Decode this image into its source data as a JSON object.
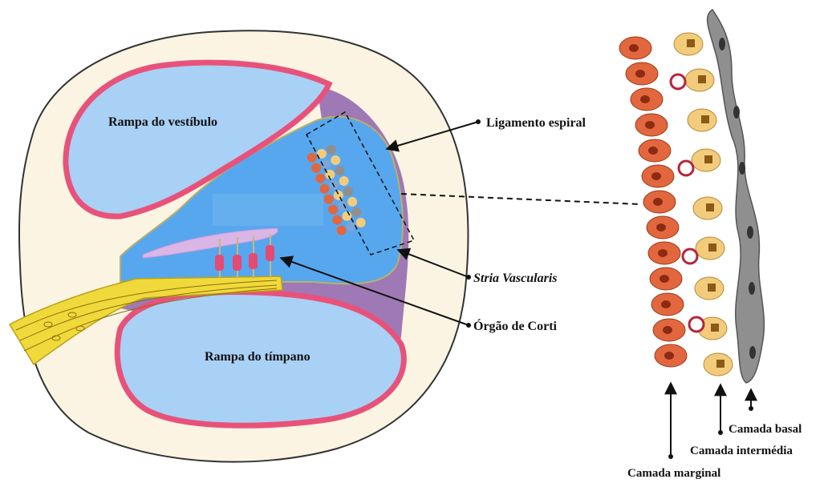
{
  "labels": {
    "scala_vestibuli": "Rampa do vestíbulo",
    "scala_tympani": "Rampa do tímpano",
    "spiral_ligament": "Ligamento espiral",
    "stria_vascularis": "Stria Vascularis",
    "organ_of_corti": "Órgão de Corti",
    "basal_layer": "Camada basal",
    "intermediate_layer": "Camada intermédia",
    "marginal_layer": "Camada marginal"
  },
  "colors": {
    "cochlea_outer": "#fbf4e3",
    "scala_fill": "#a9d0f5",
    "scala_border": "#e8527a",
    "scala_media": "#57a7ee",
    "lateral_wall": "#9e79b5",
    "nerve": "#f0d93a",
    "tectorial": "#d9b6e6",
    "hair_cell": "#e44a74",
    "marginal_cell": "#e2673e",
    "intermediate_cell": "#f2cc7c",
    "basal_cell": "#8f8f8f"
  }
}
